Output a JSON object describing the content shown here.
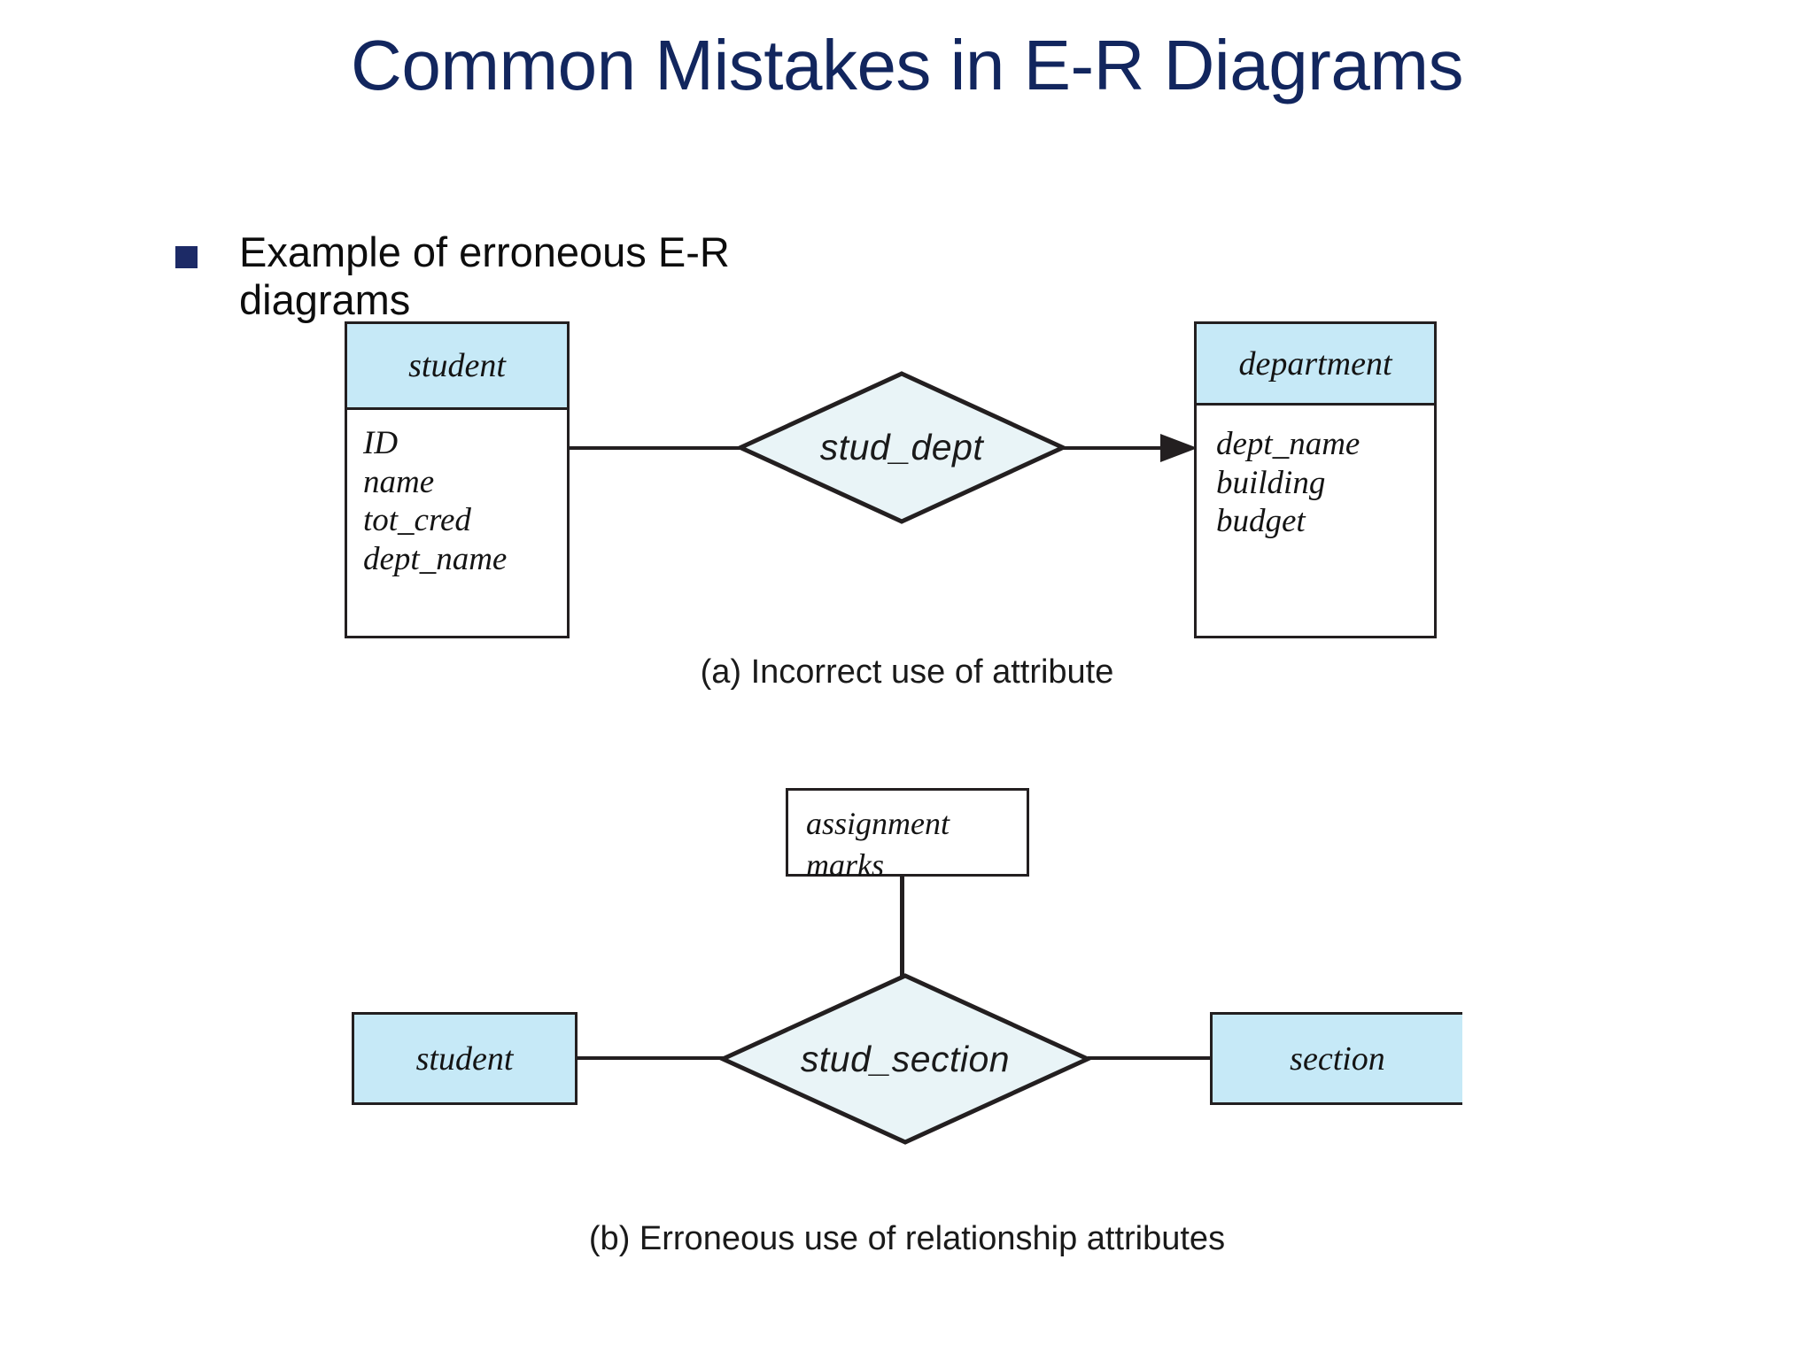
{
  "slide": {
    "title": "Common Mistakes in E-R Diagrams",
    "title_color": "#12265e",
    "background": "#ffffff"
  },
  "bullet": {
    "marker": "square-bullet",
    "marker_color": "#1c2a66",
    "text": "Example of erroneous E-R diagrams"
  },
  "colors": {
    "entity_header_fill": "#c6e9f7",
    "entity_body_fill": "#ffffff",
    "diamond_fill": "#e9f4f7",
    "stroke": "#231f20"
  },
  "figure_a": {
    "caption": "(a) Incorrect use of attribute",
    "entities": [
      {
        "name": "student",
        "attributes": [
          "ID",
          "name",
          "tot_cred",
          "dept_name"
        ]
      },
      {
        "name": "department",
        "attributes": [
          "dept_name",
          "building",
          "budget"
        ]
      }
    ],
    "relationship": {
      "label": "stud_dept",
      "shape": "diamond",
      "arrow_to": "department"
    }
  },
  "figure_b": {
    "caption": "(b) Erroneous use of relationship attributes",
    "attribute_box": {
      "attributes": [
        "assignment",
        "marks"
      ]
    },
    "entities": [
      {
        "name": "student"
      },
      {
        "name": "section"
      }
    ],
    "relationship": {
      "label": "stud_section",
      "shape": "diamond"
    }
  }
}
